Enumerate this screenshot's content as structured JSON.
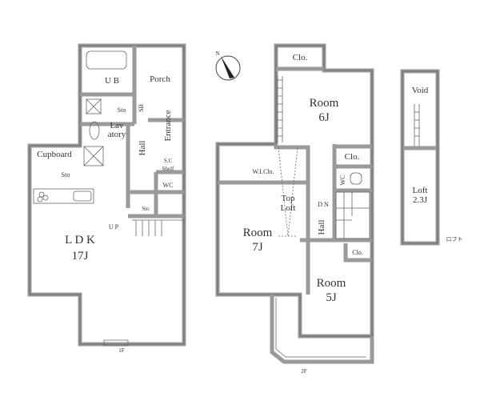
{
  "floor1": {
    "label": "1F",
    "rooms": {
      "ub": "U B",
      "porch": "Porch",
      "sb": "SB",
      "sto_lav": "Sto",
      "lav1": "Lav",
      "lav2": "atory",
      "entrance": "Entrance",
      "hall": "Hall",
      "sc": "S.C",
      "shelf": "Shelf",
      "wc": "WC",
      "sto_hall": "Sto",
      "cupboard": "Cupboard",
      "sto_kitchen": "Sto",
      "up": "U P",
      "ldk": "L D K",
      "ldk_size": "17J"
    }
  },
  "floor2": {
    "label": "2F",
    "rooms": {
      "clo_top": "Clo.",
      "room6": "Room",
      "room6_size": "6J",
      "clo_mid": "Clo.",
      "wiclo": "W.I.Clo.",
      "wc": "WC",
      "top_loft1": "Top",
      "top_loft2": "Loft",
      "dn": "D N",
      "hall": "Hall",
      "room7": "Room",
      "room7_size": "7J",
      "clo_low": "Clo.",
      "room5": "Room",
      "room5_size": "5J"
    }
  },
  "loft": {
    "label": "ロフト",
    "void": "Void",
    "loft": "Loft",
    "loft_size": "2.3J"
  },
  "compass": {
    "north": "N"
  }
}
